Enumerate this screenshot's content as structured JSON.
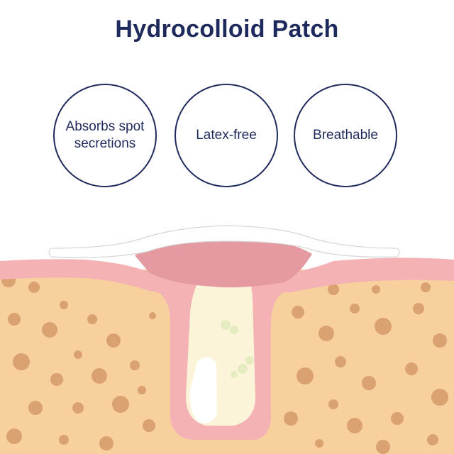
{
  "title": "Hydrocolloid Patch",
  "features": [
    {
      "label": "Absorbs spot secretions"
    },
    {
      "label": "Latex-free"
    },
    {
      "label": "Breathable"
    }
  ],
  "colors": {
    "navy": "#1f2a5c",
    "skin": "#f7d09e",
    "skin_spots": "#d9a270",
    "epidermis": "#f4b2b5",
    "pimple_core": "#fcf4d8",
    "patch": "#ffffff"
  }
}
